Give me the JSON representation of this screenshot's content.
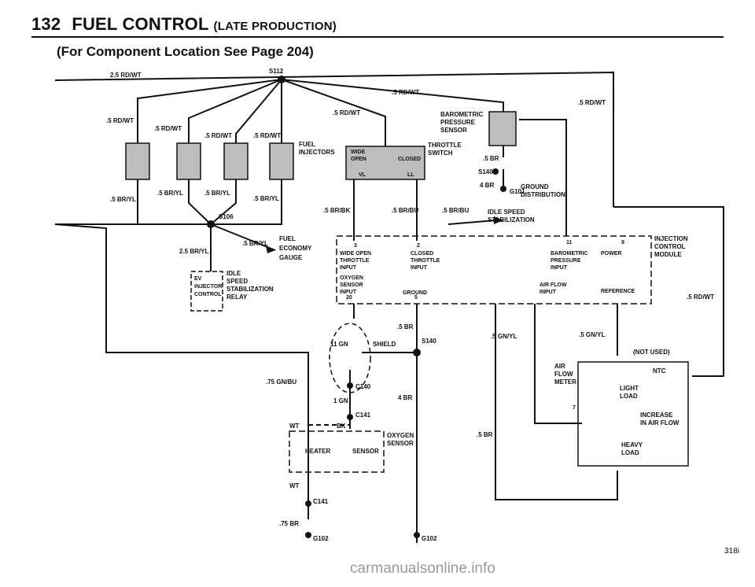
{
  "header": {
    "page_number": "132",
    "title": "FUEL CONTROL",
    "subtitle": "(LATE PRODUCTION)"
  },
  "location_note": "(For Component Location See Page 204)",
  "wires": {
    "main": "2.5 RD/WT",
    "rd1": ".5 RD/WT",
    "rd2": ".5 RD/WT",
    "rd3": ".5 RD/WT",
    "rd4": ".5 RD/WT",
    "rd5": ".5 RD/WT",
    "rd6": ".5 RD/WT",
    "rd7": ".5 RD/WT",
    "rd8": ".5 RD/WT",
    "by1": ".5 BR/YL",
    "by2": ".5 BR/YL",
    "by3": ".5 BR/YL",
    "by4": ".5 BR/YL",
    "by5": ".5 BR/YL",
    "by_main": "2.5 BR/YL",
    "brbk": ".5 BR/BK",
    "brbu1": ".5 BR/BU",
    "brbu2": ".5 BR/BU",
    "br1": ".5 BR",
    "br2": ".5 BR",
    "br3": ".5 BR",
    "br4": "4 BR",
    "br5": "4 BR",
    "br6": ".75 BR",
    "gnyl1": ".5 GN/YL",
    "gnyl2": ".5 GN/YL",
    "gnbu": ".75 GN/BU",
    "gn1": "11 GN",
    "gn2": "1 GN",
    "wt1": "WT",
    "wt2": "WT",
    "bk": "BK"
  },
  "splices": {
    "s112": "S112",
    "s106": "S106",
    "s140a": "S140",
    "s140b": "S140"
  },
  "connectors": {
    "c140": "C140",
    "c141a": "C141",
    "c141b": "C141"
  },
  "grounds": {
    "g101": "G101",
    "g102a": "G102",
    "g102b": "G102"
  },
  "components": {
    "fuel_injectors": [
      "FUEL",
      "INJECTORS"
    ],
    "baro_sensor": [
      "BAROMETRIC",
      "PRESSURE",
      "SENSOR"
    ],
    "throttle_switch": [
      "THROTTLE",
      "SWITCH"
    ],
    "throttle_positions": {
      "wide_open": "WIDE",
      "open": "OPEN",
      "closed": "CLOSED",
      "vl": "VL",
      "ll": "LL"
    },
    "ground_distribution": [
      "GROUND",
      "DISTRIBUTION"
    ],
    "idle_speed_stab": [
      "IDLE SPEED",
      "STABILIZATION"
    ],
    "fuel_economy_gauge": [
      "FUEL",
      "ECONOMY",
      "GAUGE"
    ],
    "ev_relay_box": [
      "EV",
      "INJECTOR",
      "CONTROL"
    ],
    "ev_relay_label": [
      "IDLE",
      "SPEED",
      "STABILIZATION",
      "RELAY"
    ],
    "icm_title": [
      "INJECTION",
      "CONTROL",
      "MODULE"
    ],
    "oxygen_sensor": [
      "OXYGEN",
      "SENSOR"
    ],
    "heater": "HEATER",
    "sensor": "SENSOR",
    "shield": "SHIELD",
    "air_flow_meter": [
      "AIR",
      "FLOW",
      "METER"
    ],
    "not_used": "(NOT USED)",
    "ntc": "NTC",
    "light_load": [
      "LIGHT",
      "LOAD"
    ],
    "heavy_load": [
      "HEAVY",
      "LOAD"
    ],
    "increase_flow": [
      "INCREASE",
      "IN AIR FLOW"
    ]
  },
  "icm_pins": {
    "p3": "3",
    "p2": "2",
    "p11": "11",
    "p9": "9",
    "p20": "20",
    "p5": "5",
    "p7": "7",
    "wide_open_throttle": [
      "WIDE OPEN",
      "THROTTLE",
      "INPUT"
    ],
    "closed_throttle": [
      "CLOSED",
      "THROTTLE",
      "INPUT"
    ],
    "baro_input": [
      "BAROMETRIC",
      "PRESSURE",
      "INPUT"
    ],
    "power": "POWER",
    "oxygen_input": [
      "OXYGEN",
      "SENSOR",
      "INPUT"
    ],
    "ground": "GROUND",
    "air_flow_input": [
      "AIR FLOW",
      "INPUT"
    ],
    "reference": "REFERENCE"
  },
  "page_ref": "318i",
  "watermark": "carmanualsonline.info"
}
